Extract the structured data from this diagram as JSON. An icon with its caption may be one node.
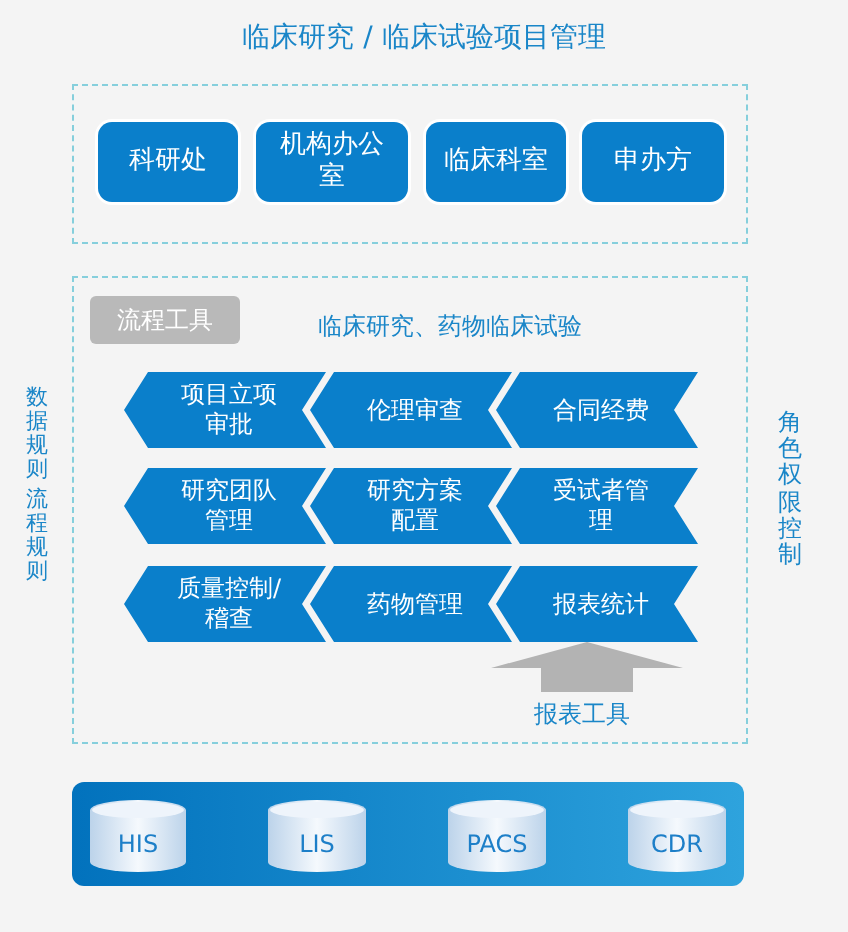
{
  "diagram": {
    "title": "临床研究 / 临床试验项目管理",
    "nodes": [
      {
        "text": [],
        "shape": "box"
      },
      {
        "text": [
          "科研处"
        ],
        "in": 0
      },
      {
        "text": [
          "机构办公室"
        ],
        "in": 0
      },
      {
        "text": [
          "临床科室"
        ],
        "in": 0
      },
      {
        "text": [
          "申办方"
        ],
        "in": 0
      },
      {
        "text": [],
        "shape": "box"
      },
      {
        "text": [
          "流程工具"
        ],
        "in": 5
      },
      {
        "text": [
          "项目立项审批"
        ],
        "in": 5
      },
      {
        "text": [
          "伦理审查"
        ],
        "in": 5
      },
      {
        "text": [
          "合同经费"
        ],
        "in": 5
      },
      {
        "text": [
          "研究团队管理"
        ],
        "in": 5
      },
      {
        "text": [
          "研究方案配置"
        ],
        "in": 5
      },
      {
        "text": [
          "受试者管理"
        ],
        "in": 5
      },
      {
        "text": [
          "质量控制/稽查"
        ],
        "in": 5
      },
      {
        "text": [
          "药物管理"
        ],
        "in": 5
      },
      {
        "text": [
          "报表统计"
        ],
        "in": 5
      },
      {
        "text": [
          "报表工具"
        ],
        "in": 5
      },
      {
        "text": [],
        "shape": "bar"
      },
      {
        "text": [
          "HIS"
        ],
        "in": 17
      },
      {
        "text": [
          "LIS"
        ],
        "in": 17
      },
      {
        "text": [
          "PACS"
        ],
        "in": 17
      },
      {
        "text": [
          "CDR"
        ],
        "in": 17
      }
    ],
    "edges": [
      {
        "from": 16,
        "to": 15,
        "arrow": "to",
        "style": "thick",
        "color": "#b3b3b3"
      }
    ],
    "labels": [
      "临床研究、药物临床试验",
      "数据规则",
      "流程规则",
      "角色权限控制"
    ]
  }
}
